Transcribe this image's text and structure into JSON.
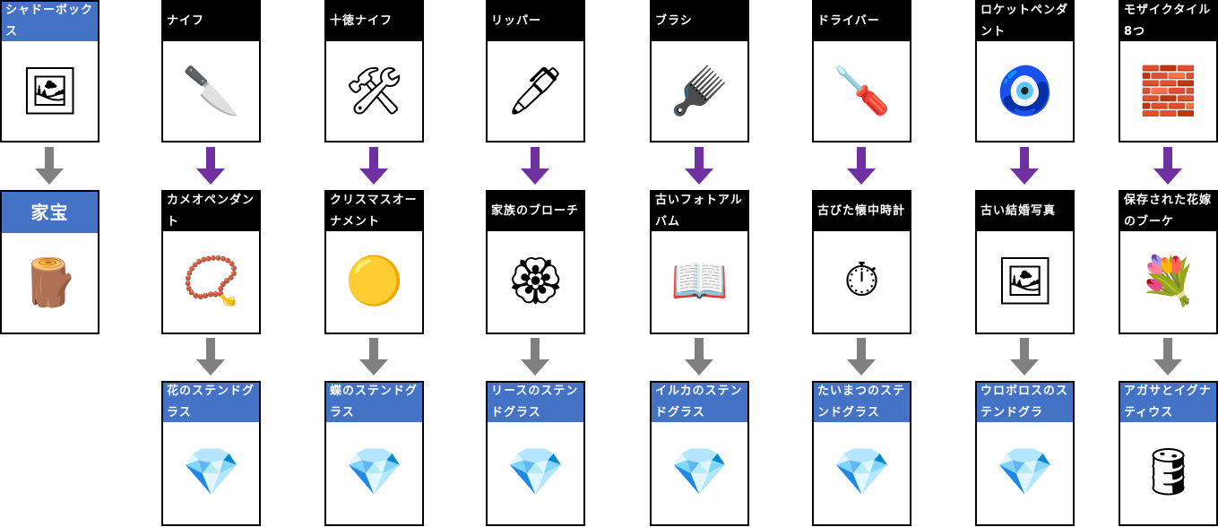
{
  "colors": {
    "blue": "#4472c4",
    "black": "#000000",
    "purple": "#7030a0",
    "gray": "#808080"
  },
  "left": {
    "top": {
      "label": "シャドーボックス",
      "icon": "shadow-box-icon",
      "glyph": "🖼"
    },
    "middle": {
      "label": "家宝",
      "icon": "heirloom-icon",
      "glyph": "🪵"
    }
  },
  "columns": [
    {
      "top": {
        "label": "ナイフ",
        "icon": "knife-icon",
        "glyph": "🔪"
      },
      "middle": {
        "label": "カメオペンダント",
        "icon": "cameo-pendant-icon",
        "glyph": "📿"
      },
      "bottom": {
        "label": "花のステンドグラス",
        "icon": "glass-shards-icon",
        "glyph": "💎"
      }
    },
    {
      "top": {
        "label": "十徳ナイフ",
        "icon": "swiss-knife-icon",
        "glyph": "🛠"
      },
      "middle": {
        "label": "クリスマスオーナメント",
        "icon": "ornament-icon",
        "glyph": "🟡"
      },
      "bottom": {
        "label": "蝶のステンドグラス",
        "icon": "glass-shards-icon",
        "glyph": "💎"
      }
    },
    {
      "top": {
        "label": "リッパー",
        "icon": "seam-ripper-icon",
        "glyph": "🖊"
      },
      "middle": {
        "label": "家族のブローチ",
        "icon": "brooch-icon",
        "glyph": "🏵"
      },
      "bottom": {
        "label": "リースのステンドグラス",
        "icon": "glass-shards-icon",
        "glyph": "💎"
      }
    },
    {
      "top": {
        "label": "ブラシ",
        "icon": "brush-icon",
        "glyph": "🪮"
      },
      "middle": {
        "label": "古いフォトアルバム",
        "icon": "photo-album-icon",
        "glyph": "📖"
      },
      "bottom": {
        "label": "イルカのステンドグラス",
        "icon": "glass-shards-icon",
        "glyph": "💎"
      }
    },
    {
      "top": {
        "label": "ドライバー",
        "icon": "screwdriver-icon",
        "glyph": "🪛"
      },
      "middle": {
        "label": "古びた懐中時計",
        "icon": "pocket-watch-icon",
        "glyph": "⏱"
      },
      "bottom": {
        "label": "たいまつのステンドグラス",
        "icon": "glass-shards-icon",
        "glyph": "💎"
      }
    },
    {
      "top": {
        "label": "ロケットペンダント",
        "icon": "locket-icon",
        "glyph": "🧿"
      },
      "middle": {
        "label": "古い結婚写真",
        "icon": "wedding-photo-icon",
        "glyph": "🖼"
      },
      "bottom": {
        "label": "ウロボロスのステンドグラ",
        "icon": "glass-shards-icon",
        "glyph": "💎"
      }
    },
    {
      "top": {
        "label": "モザイクタイル8つ",
        "icon": "mosaic-tiles-icon",
        "glyph": "🧱"
      },
      "middle": {
        "label": "保存された花嫁のブーケ",
        "icon": "bouquet-tin-icon",
        "glyph": "💐"
      },
      "bottom": {
        "label": "アガサとイグナティウス",
        "icon": "barrel-icon",
        "glyph": "🛢"
      }
    }
  ]
}
